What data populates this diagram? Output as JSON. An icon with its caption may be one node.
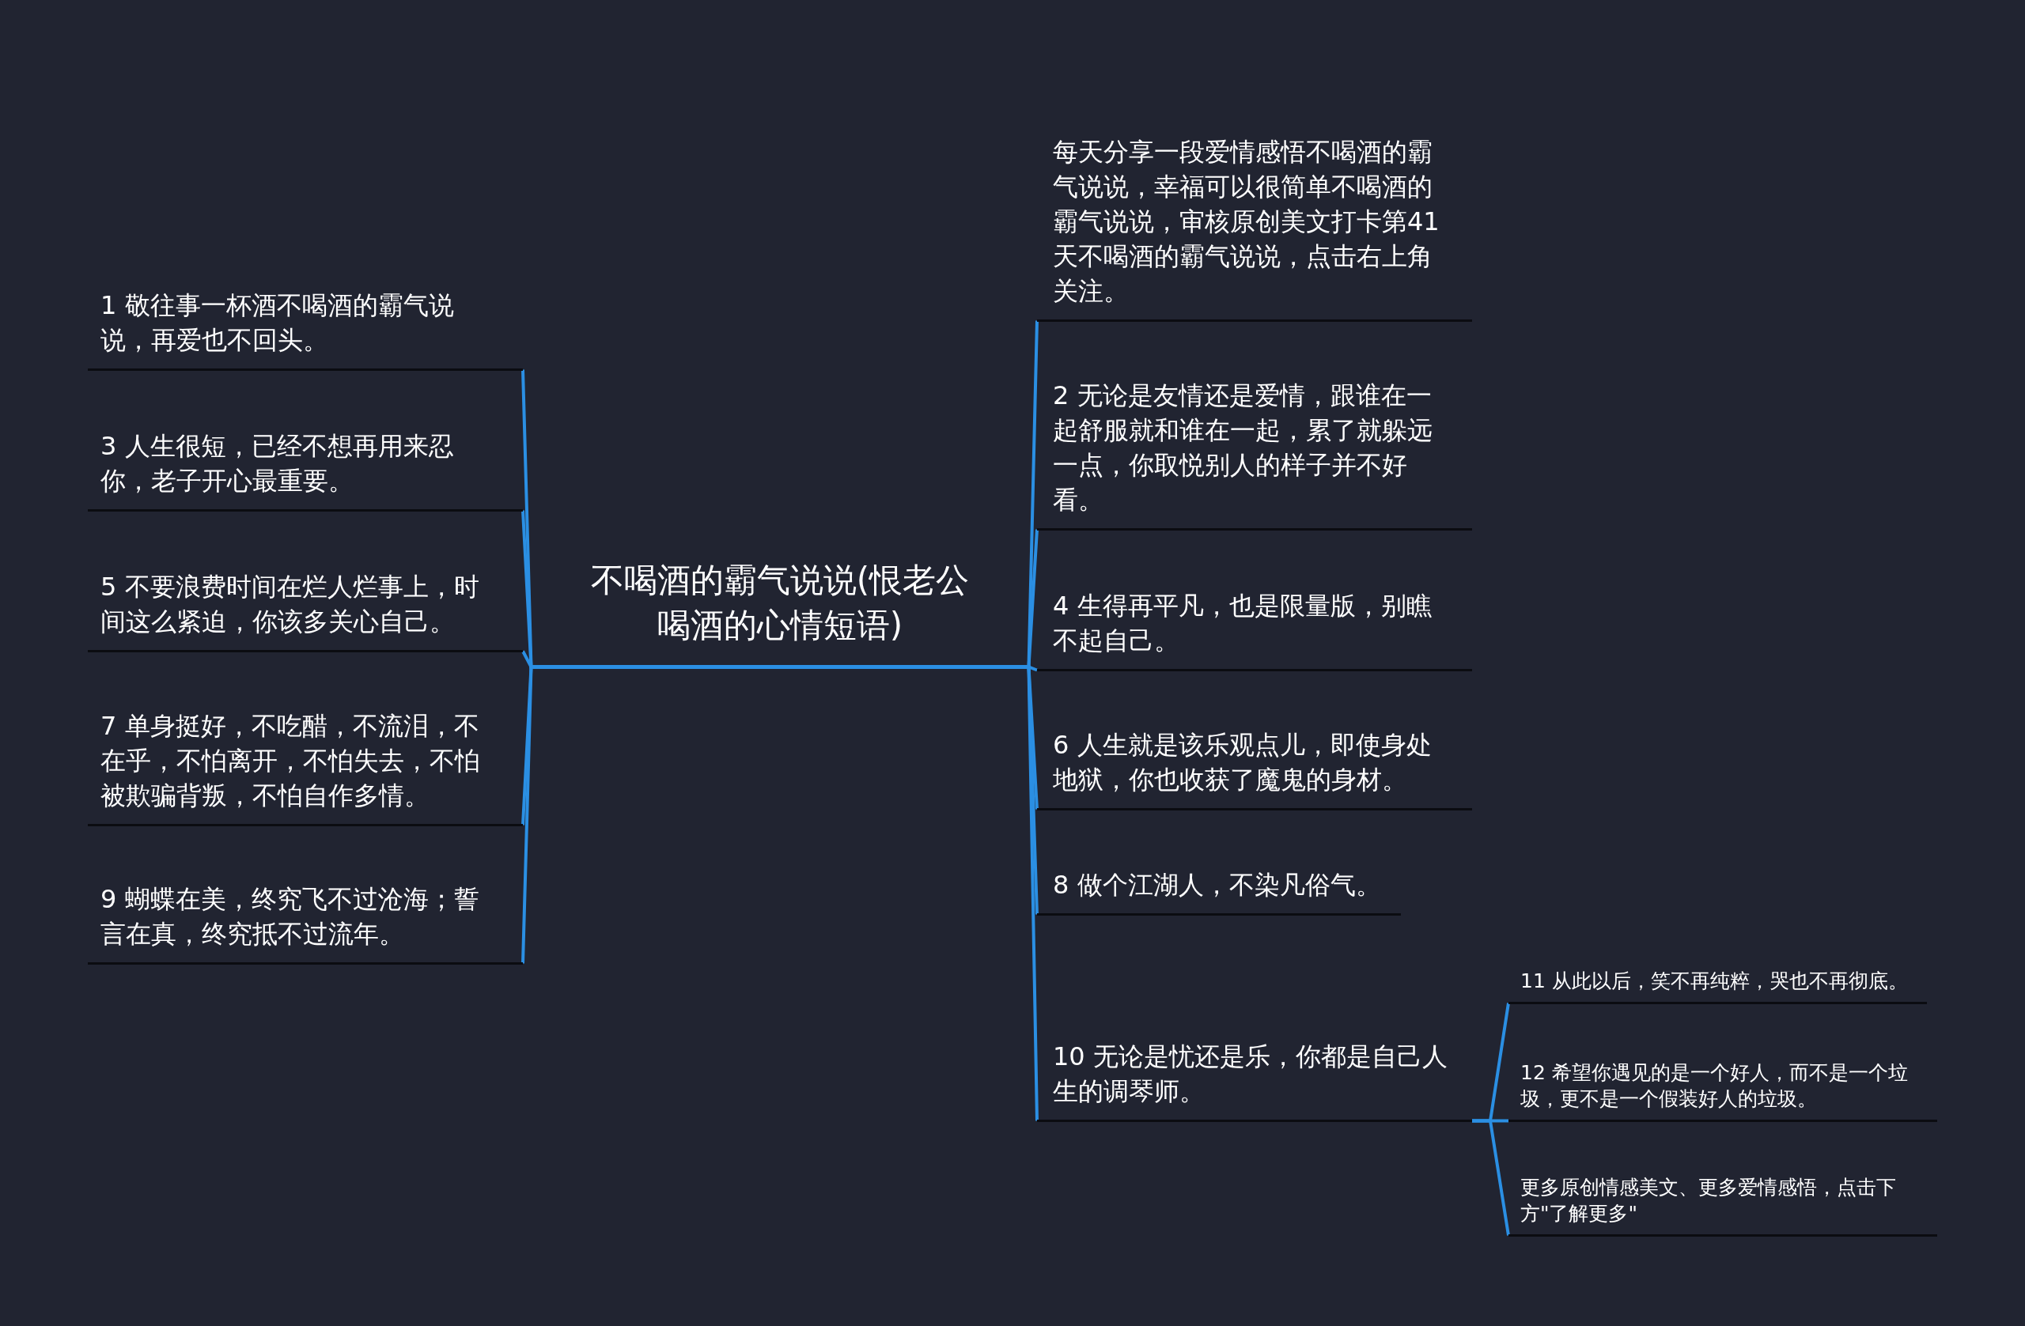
{
  "diagram": {
    "nodes": [
      {
        "text": [
          "不喝酒的霸气说说(恨老公喝酒的心情短语)"
        ]
      },
      {
        "text": [
          "1 敬往事一杯酒不喝酒的霸气说说，再爱也不回头。"
        ]
      },
      {
        "text": [
          "3 人生很短，已经不想再用来忍你，老子开心最重要。"
        ]
      },
      {
        "text": [
          "5 不要浪费时间在烂人烂事上，时间这么紧迫，你该多关心自己。"
        ]
      },
      {
        "text": [
          "7 单身挺好，不吃醋，不流泪，不在乎，不怕离开，不怕失去，不怕被欺骗背叛，不怕自作多情。"
        ]
      },
      {
        "text": [
          "9 蝴蝶在美，终究飞不过沧海；誓言在真，终究抵不过流年。"
        ]
      },
      {
        "text": [
          "每天分享一段爱情感悟不喝酒的霸气说说，幸福可以很简单不喝酒的霸气说说，审核原创美文打卡第41天不喝酒的霸气说说，点击右上角关注。"
        ]
      },
      {
        "text": [
          "2 无论是友情还是爱情，跟谁在一起舒服就和谁在一起，累了就躲远一点，你取悦别人的样子并不好看。"
        ]
      },
      {
        "text": [
          "4 生得再平凡，也是限量版，别瞧不起自己。"
        ]
      },
      {
        "text": [
          "6 人生就是该乐观点儿，即使身处地狱，你也收获了魔鬼的身材。"
        ]
      },
      {
        "text": [
          "8 做个江湖人，不染凡俗气。"
        ]
      },
      {
        "text": [
          "10 无论是忧还是乐，你都是自己人生的调琴师。"
        ]
      },
      {
        "text": [
          "11 从此以后，笑不再纯粹，哭也不再彻底。"
        ]
      },
      {
        "text": [
          "12 希望你遇见的是一个好人，而不是一个垃圾，更不是一个假装好人的垃圾。"
        ]
      },
      {
        "text": [
          "更多原创情感美文、更多爱情感悟，点击下方\"了解更多\""
        ]
      }
    ],
    "edges": [
      {
        "from": 0,
        "to": 1,
        "arrow": "none"
      },
      {
        "from": 0,
        "to": 2,
        "arrow": "none"
      },
      {
        "from": 0,
        "to": 3,
        "arrow": "none"
      },
      {
        "from": 0,
        "to": 4,
        "arrow": "none"
      },
      {
        "from": 0,
        "to": 5,
        "arrow": "none"
      },
      {
        "from": 0,
        "to": 6,
        "arrow": "none"
      },
      {
        "from": 0,
        "to": 7,
        "arrow": "none"
      },
      {
        "from": 0,
        "to": 8,
        "arrow": "none"
      },
      {
        "from": 0,
        "to": 9,
        "arrow": "none"
      },
      {
        "from": 0,
        "to": 10,
        "arrow": "none"
      },
      {
        "from": 0,
        "to": 11,
        "arrow": "none"
      },
      {
        "from": 11,
        "to": 12,
        "arrow": "none"
      },
      {
        "from": 11,
        "to": 13,
        "arrow": "none"
      },
      {
        "from": 11,
        "to": 14,
        "arrow": "none"
      }
    ]
  }
}
